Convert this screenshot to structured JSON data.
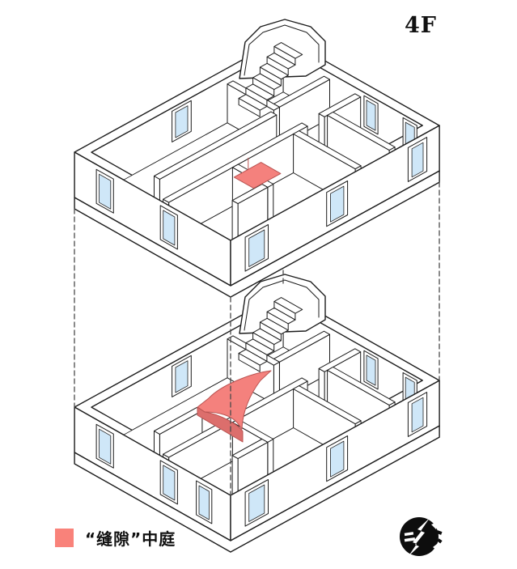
{
  "floor_label": "4F",
  "legend": {
    "label": "“缝隙”中庭",
    "swatch_color": "#F9827A"
  },
  "logo": {
    "name": "cracked-sphere-logo"
  },
  "colors": {
    "line": "#1c1c1c",
    "wall_fill": "#ffffff",
    "floor_fill": "#ffffff",
    "window_fill": "#cfe7f8",
    "window_stroke": "#222222",
    "atrium_fill": "#F4817D",
    "atrium_face": "#DC6E6C",
    "atrium_stroke": "#B95351",
    "dash_line": "#4a4a4a"
  }
}
